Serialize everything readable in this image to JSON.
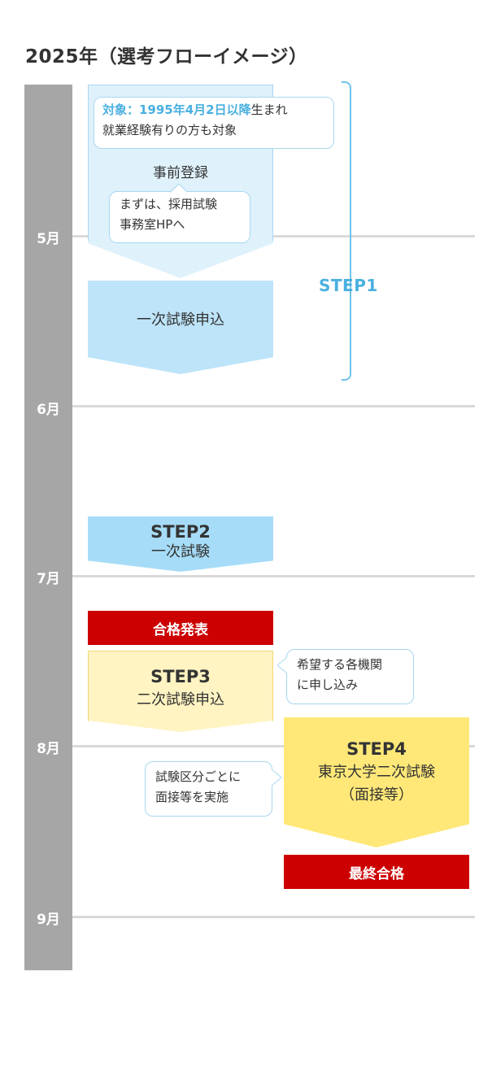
{
  "title": "2025年（選考フローイメージ）",
  "months": [
    "5月",
    "6月",
    "7月",
    "8月",
    "9月"
  ],
  "step1": {
    "label": "STEP1",
    "target_highlight": "対象：1995年4月2日以降",
    "target_rest": "生まれ",
    "target_line2": "就業経験有りの方も対象",
    "register": "事前登録",
    "register_note_line1": "まずは、採用試験",
    "register_note_line2": "事務室HPへ",
    "apply": "一次試験申込"
  },
  "step2": {
    "title": "STEP2",
    "sub": "一次試験"
  },
  "pass_announce": "合格発表",
  "step3": {
    "title": "STEP3",
    "sub": "二次試験申込"
  },
  "step3_note": {
    "line1": "希望する各機関",
    "line2": "に申し込み"
  },
  "step4": {
    "title": "STEP4",
    "sub1": "東京大学二次試験",
    "sub2": "（面接等）"
  },
  "step4_note": {
    "line1": "試験区分ごとに",
    "line2": "面接等を実施"
  },
  "final_pass": "最終合格",
  "colors": {
    "timeline": "#a6a6a6",
    "step1_light": "#dff1fb",
    "step1_mid": "#bde4f9",
    "step2": "#a6dcf7",
    "step3": "#fff4c2",
    "step4": "#ffe878",
    "red": "#cc0000",
    "accent_blue": "#4ab0e0"
  }
}
